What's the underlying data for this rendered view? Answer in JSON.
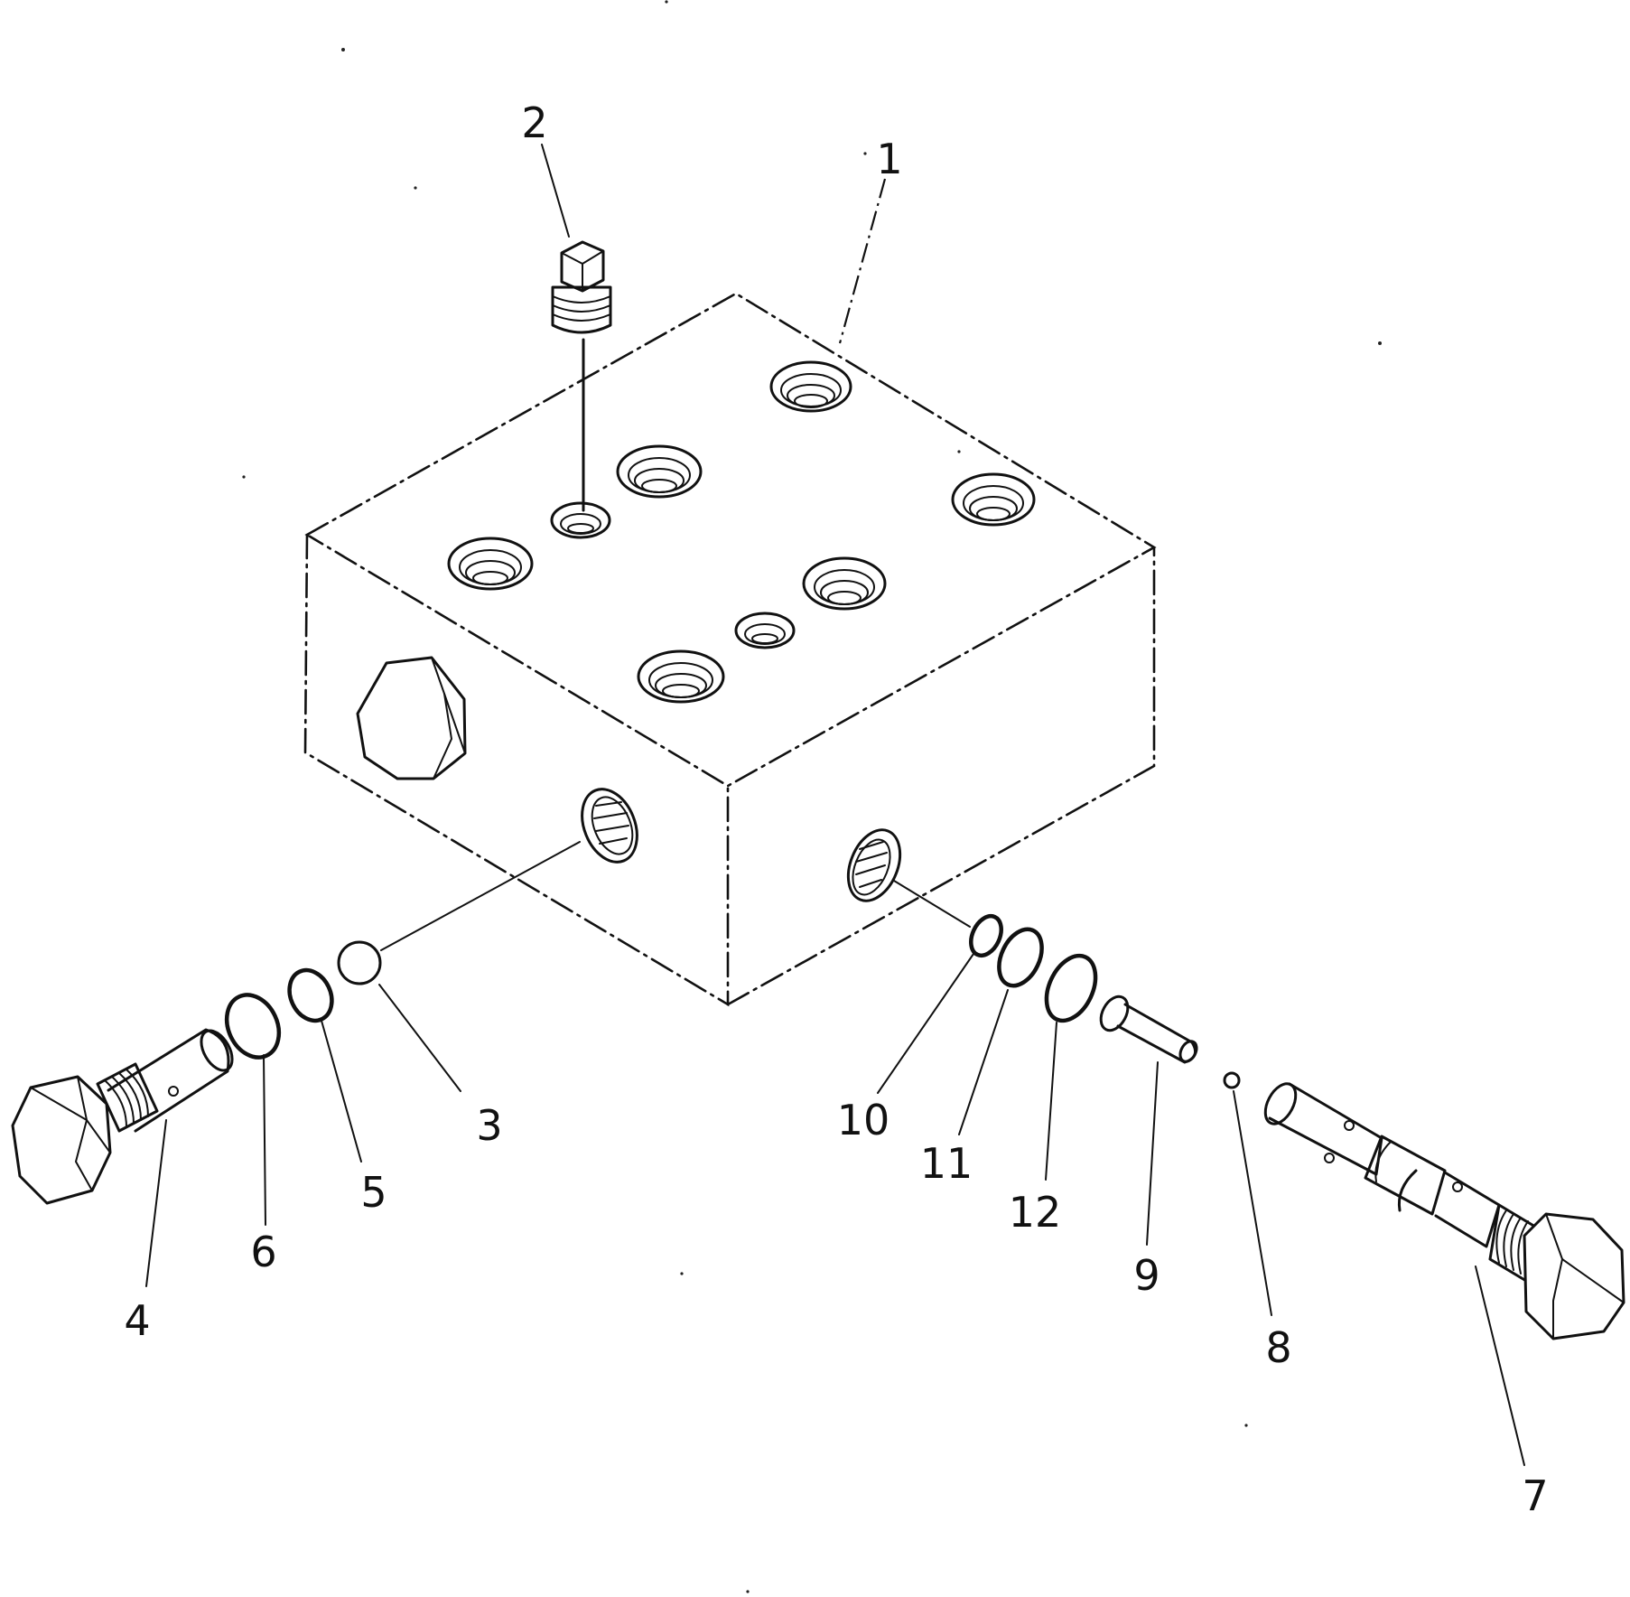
{
  "callouts": {
    "c1": "1",
    "c2": "2",
    "c3": "3",
    "c4": "4",
    "c5": "5",
    "c6": "6",
    "c7": "7",
    "c8": "8",
    "c9": "9",
    "c10": "10",
    "c11": "11",
    "c12": "12"
  },
  "colors": {
    "ink": "#111111",
    "background": "#ffffff"
  }
}
